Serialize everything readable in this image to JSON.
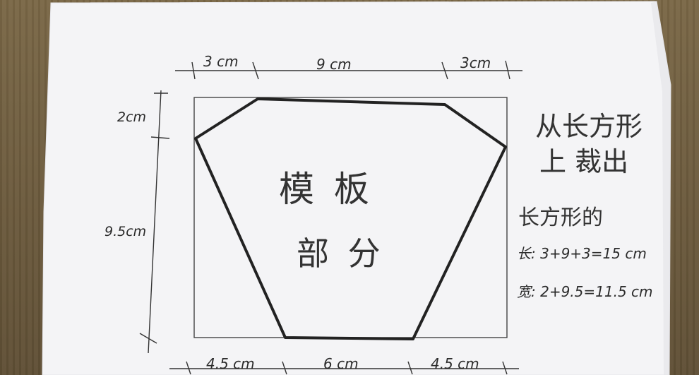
{
  "dimensions": {
    "top_left": "3 cm",
    "top_middle": "9 cm",
    "top_right": "3cm",
    "left_upper": "2cm",
    "left_lower": "9.5cm",
    "bottom_left": "4.5 cm",
    "bottom_middle": "6 cm",
    "bottom_right": "4.5 cm"
  },
  "center_label": {
    "line1": "模 板",
    "line2": "部 分"
  },
  "notes": {
    "cut_line1": "从长方形",
    "cut_line2": "上 裁出",
    "rect_title": "长方形的",
    "length": "长: 3+9+3=15 cm",
    "width": "宽: 2+9.5=11.5 cm"
  }
}
